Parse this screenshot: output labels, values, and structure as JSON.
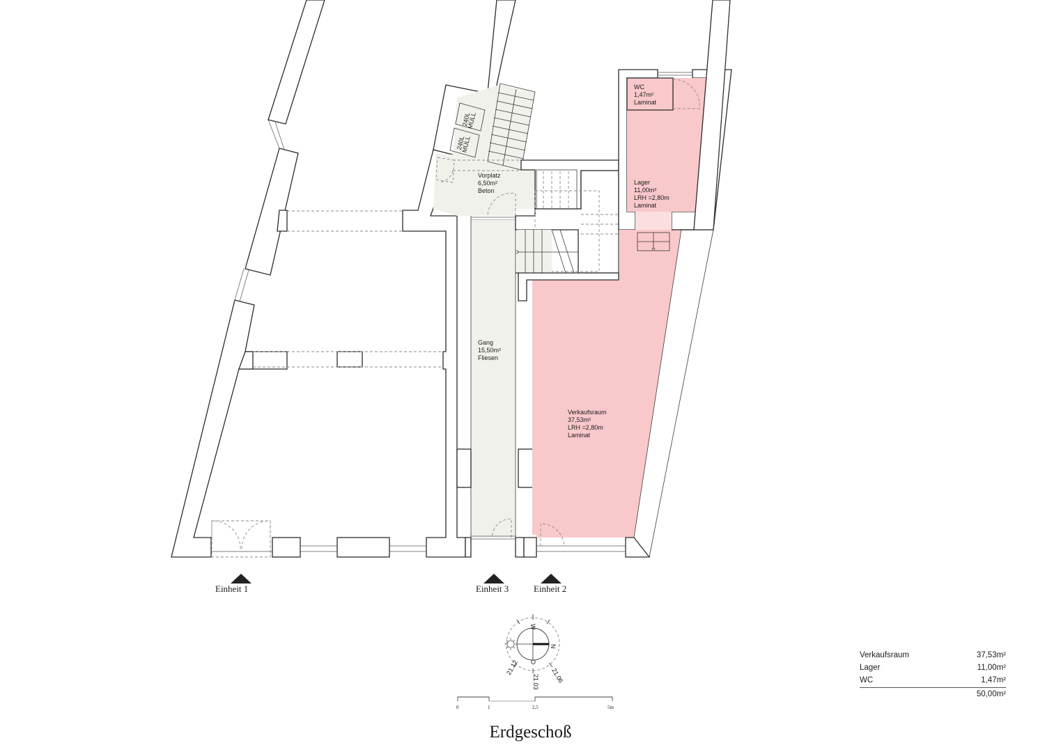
{
  "plan": {
    "title": "Erdgeschoß",
    "rooms": [
      {
        "name": "WC",
        "area": "1,47m²",
        "floor": "Laminat",
        "highlighted": true
      },
      {
        "name": "Lager",
        "area": "11,00m²",
        "height": "LRH =2,80m",
        "floor": "Laminat",
        "highlighted": true
      },
      {
        "name": "Verkaufsraum",
        "area": "37,53m²",
        "height": "LRH =2,80m",
        "floor": "Laminat",
        "highlighted": true
      },
      {
        "name": "Vorplatz",
        "area": "6,50m²",
        "floor": "Beton",
        "highlighted": false
      },
      {
        "name": "Gang",
        "area": "15,50m²",
        "floor": "Fliesen",
        "highlighted": false
      }
    ],
    "bins": [
      {
        "label_line1": "240L",
        "label_line2": "MÜLL"
      },
      {
        "label_line1": "240L",
        "label_line2": "MÜLL"
      }
    ],
    "entrances": [
      {
        "label": "Einheit 1"
      },
      {
        "label": "Einheit 3"
      },
      {
        "label": "Einheit 2"
      }
    ],
    "colors": {
      "highlight_fill": "#f9c8ca",
      "common_fill": "#f1f1ec",
      "wall_stroke": "#2b2b2b"
    }
  },
  "compass": {
    "north": "N",
    "west": "W",
    "east": "O",
    "sun_times": [
      "21.12",
      "21.03",
      "21.06"
    ]
  },
  "scale_bar": {
    "ticks": [
      "0",
      "1",
      "2,5",
      "5m"
    ]
  },
  "area_table": {
    "rows": [
      {
        "label": "Verkaufsraum",
        "value": "37,53m²"
      },
      {
        "label": "Lager",
        "value": "11,00m²"
      },
      {
        "label": "WC",
        "value": "1,47m²"
      }
    ],
    "total": "50,00m²"
  }
}
